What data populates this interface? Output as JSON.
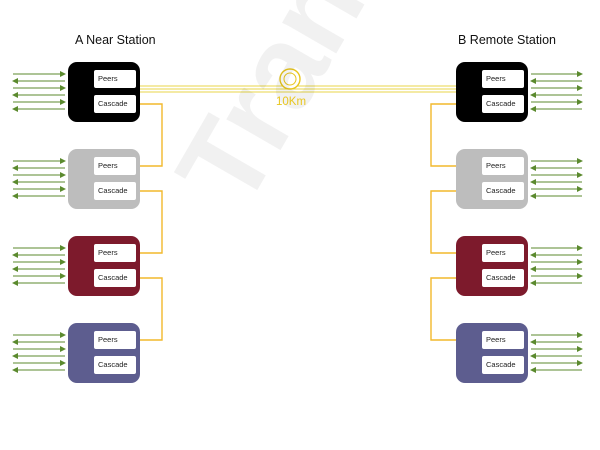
{
  "stations": {
    "near": {
      "title": "A Near Station"
    },
    "remote": {
      "title": "B Remote Station"
    }
  },
  "devices": {
    "near": [
      {
        "color": "#000000",
        "peers": "Peers",
        "cascade": "Cascade"
      },
      {
        "color": "#bdbdbd",
        "peers": "Peers",
        "cascade": "Cascade"
      },
      {
        "color": "#7d1a2c",
        "peers": "Peers",
        "cascade": "Cascade"
      },
      {
        "color": "#5d5d8f",
        "peers": "Peers",
        "cascade": "Cascade"
      }
    ],
    "remote": [
      {
        "color": "#000000",
        "peers": "Peers",
        "cascade": "Cascade"
      },
      {
        "color": "#bdbdbd",
        "peers": "Peers",
        "cascade": "Cascade"
      },
      {
        "color": "#7d1a2c",
        "peers": "Peers",
        "cascade": "Cascade"
      },
      {
        "color": "#5d5d8f",
        "peers": "Peers",
        "cascade": "Cascade"
      }
    ]
  },
  "fiber": {
    "distance_label": "10Km",
    "icon": "fiber-spool-icon"
  },
  "watermark": "Transwan",
  "colors": {
    "cascade_line": "#f2b82c",
    "fiber_line": "#e8d64a",
    "client_arrows": "#5b8a2e"
  }
}
